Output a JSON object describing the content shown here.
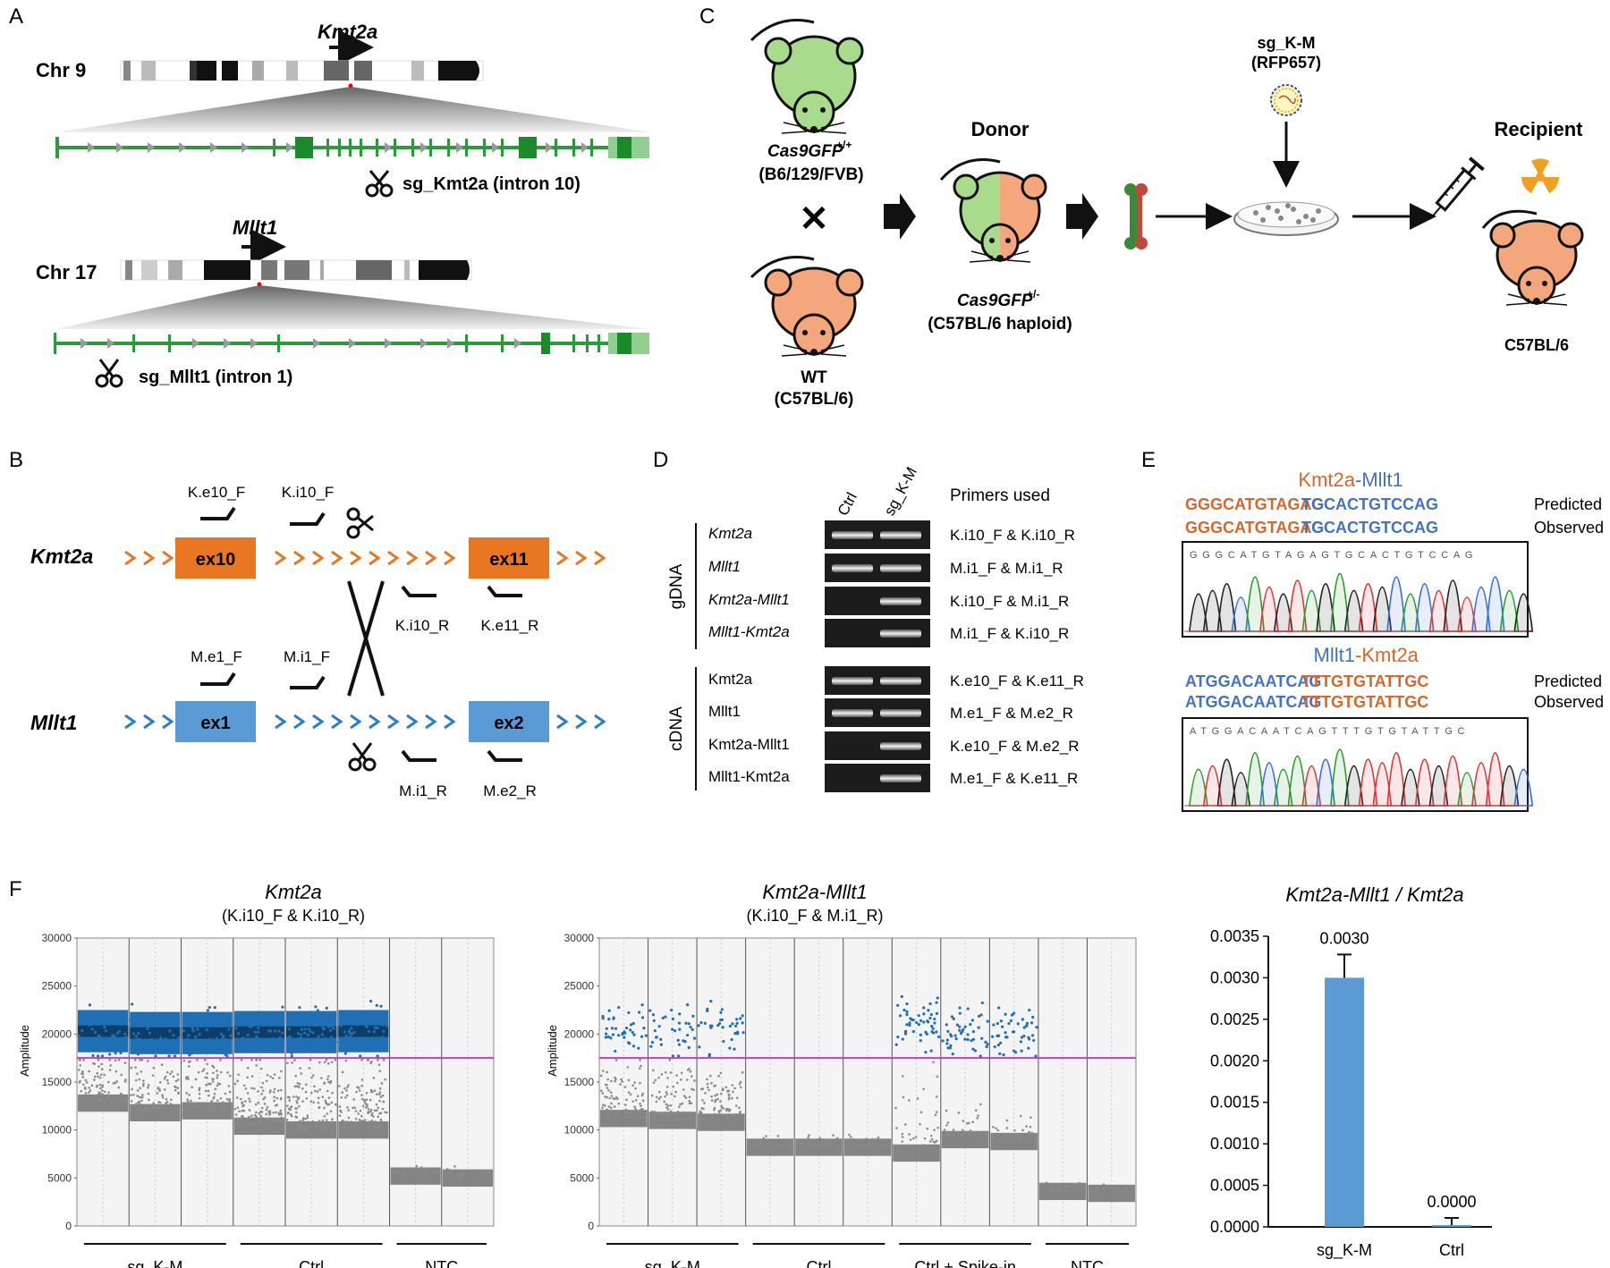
{
  "panels": {
    "A": "A",
    "B": "B",
    "C": "C",
    "D": "D",
    "E": "E",
    "F": "F"
  },
  "panel_a": {
    "chr9": "Chr 9",
    "gene1": "Kmt2a",
    "sg1": "sg_Kmt2a (intron 10)",
    "chr17": "Chr 17",
    "gene2": "Mllt1",
    "sg2": "sg_Mllt1 (intron 1)"
  },
  "panel_b": {
    "gene1": "Kmt2a",
    "gene2": "Mllt1",
    "ex10": "ex10",
    "ex11": "ex11",
    "ex1": "ex1",
    "ex2": "ex2",
    "primers": {
      "k_e10_f": "K.e10_F",
      "k_i10_f": "K.i10_F",
      "k_i10_r": "K.i10_R",
      "k_e11_r": "K.e11_R",
      "m_e1_f": "M.e1_F",
      "m_i1_f": "M.i1_F",
      "m_i1_r": "M.i1_R",
      "m_e2_r": "M.e2_R"
    },
    "colors": {
      "kmt2a": "#e87722",
      "mllt1": "#2a7ec9",
      "ex_orange": "#e87722",
      "ex_blue": "#5b9bd5"
    }
  },
  "panel_c": {
    "sg_title": "sg_K-M",
    "sg_sub": "(RFP657)",
    "cas9_a": "Cas9GFP",
    "cas9_a_sup": "+/+",
    "cas9_a_strain": "(B6/129/FVB)",
    "wt": "WT",
    "wt_strain": "(C57BL/6)",
    "donor": "Donor",
    "cas9_b": "Cas9GFP",
    "cas9_b_sup": "+/-",
    "cas9_b_strain": "(C57BL/6 haploid)",
    "recipient": "Recipient",
    "recipient_strain": "C57BL/6",
    "cross": "✕"
  },
  "panel_d": {
    "lane_ctrl": "Ctrl",
    "lane_sg": "sg_K-M",
    "primers_used": "Primers used",
    "group_gdna": "gDNA",
    "group_cdna": "cDNA",
    "rows": [
      {
        "label": "Kmt2a",
        "primers": "K.i10_F & K.i10_R",
        "ctrl": 1,
        "sg": 1
      },
      {
        "label": "Mllt1",
        "primers": "M.i1_F & M.i1_R",
        "ctrl": 1,
        "sg": 1
      },
      {
        "label": "Kmt2a-Mllt1",
        "primers": "K.i10_F & M.i1_R",
        "ctrl": 0,
        "sg": 1
      },
      {
        "label": "Mllt1-Kmt2a",
        "primers": "M.i1_F & K.i10_R",
        "ctrl": 0,
        "sg": 1
      },
      {
        "label": "Kmt2a",
        "primers": "K.e10_F & K.e11_R",
        "ctrl": 1,
        "sg": 1
      },
      {
        "label": "Mllt1",
        "primers": "M.e1_F & M.e2_R",
        "ctrl": 1,
        "sg": 1
      },
      {
        "label": "Kmt2a-Mllt1",
        "primers": "K.e10_F & M.e2_R",
        "ctrl": 0,
        "sg": 1
      },
      {
        "label": "Mllt1-Kmt2a",
        "primers": "M.e1_F & K.e11_R",
        "ctrl": 0,
        "sg": 1
      }
    ]
  },
  "panel_e": {
    "top_title_a": "Kmt2a",
    "top_title_b": "-Mllt1",
    "top_seq_a": "GGGCATGTAGAG",
    "top_seq_b": "TGCACTGTCCAG",
    "bottom_title_a": "Mllt1",
    "bottom_title_b": "-Kmt2a",
    "bottom_seq_a": "ATGGACAATCAG",
    "bottom_seq_b": "TTTGTGTATTGC",
    "predicted": "Predicted",
    "observed": "Observed",
    "trace_top": "GGGCATGTAGAGTGCACTGTCCAG",
    "trace_bottom": "ATGGACAATCAGTTTGTGTATTGC",
    "colors": {
      "orange": "#d9662a",
      "blue": "#4472c4"
    }
  },
  "panel_f": {
    "plot1_title": "Kmt2a",
    "plot1_sub": "(K.i10_F & K.i10_R)",
    "plot2_title": "Kmt2a-Mllt1",
    "plot2_sub": "(K.i10_F & M.i1_R)",
    "ylabel": "Amplitude",
    "yticks": [
      "0",
      "5000",
      "10000",
      "15000",
      "20000",
      "25000",
      "30000"
    ],
    "plot1_groups": [
      "sg_K-M",
      "Ctrl",
      "NTC"
    ],
    "plot2_groups": [
      "sg_K-M",
      "Ctrl",
      "Ctrl + Spike-in",
      "NTC"
    ],
    "threshold": 17500,
    "colors": {
      "positive": "#1f6fb4",
      "negative": "#8a8a8a",
      "threshold": "#c03fc0"
    }
  },
  "chart_data": {
    "type": "bar",
    "title": "Kmt2a-Mllt1 / Kmt2a",
    "categories": [
      "sg_K-M",
      "Ctrl"
    ],
    "values": [
      0.003,
      0.0
    ],
    "value_labels": [
      "0.0030",
      "0.0000"
    ],
    "errors": [
      0.00028,
      5e-06
    ],
    "ylim": [
      0,
      0.0035
    ],
    "yticks": [
      "0.0000",
      "0.0005",
      "0.0010",
      "0.0015",
      "0.0020",
      "0.0025",
      "0.0030",
      "0.0035"
    ],
    "grid": false,
    "bar_color": "#5b9bd5"
  }
}
